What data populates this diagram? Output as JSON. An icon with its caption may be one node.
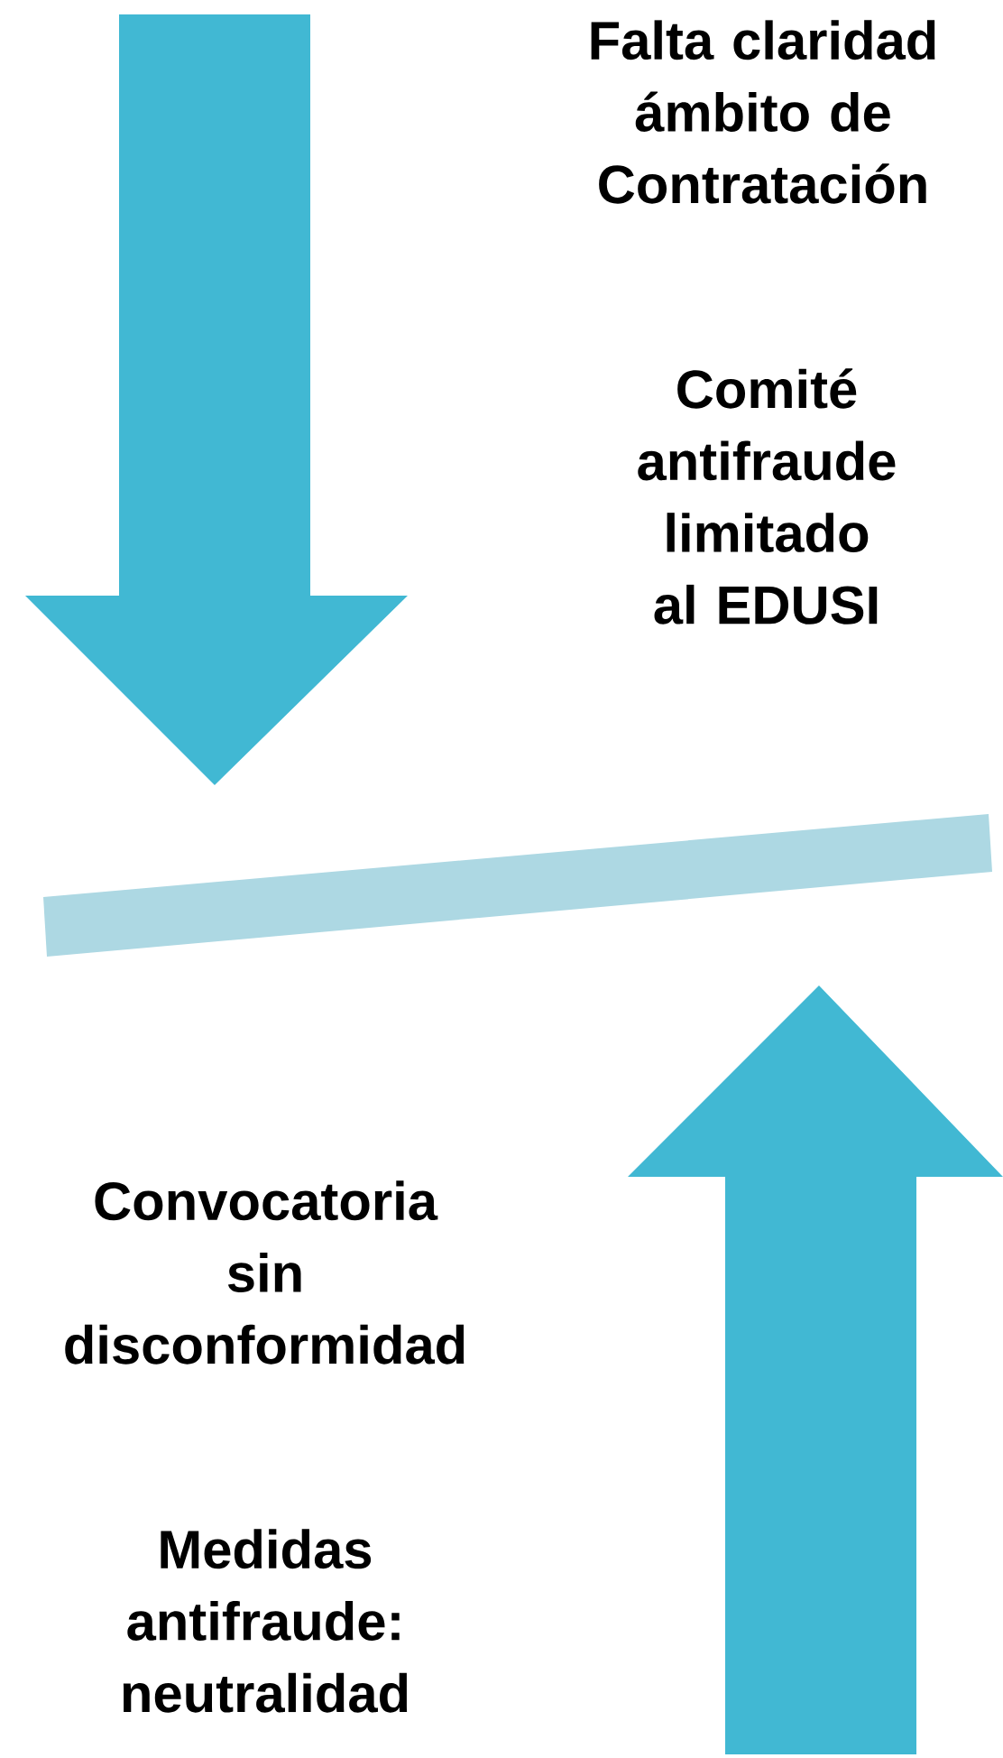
{
  "diagram": {
    "labels": [
      "Falta claridad ámbito de Contratación",
      "Comité antifraude limitado al EDUSI",
      "Convocatoria sin disconformidad",
      "Medidas antifraude: neutralidad"
    ]
  }
}
